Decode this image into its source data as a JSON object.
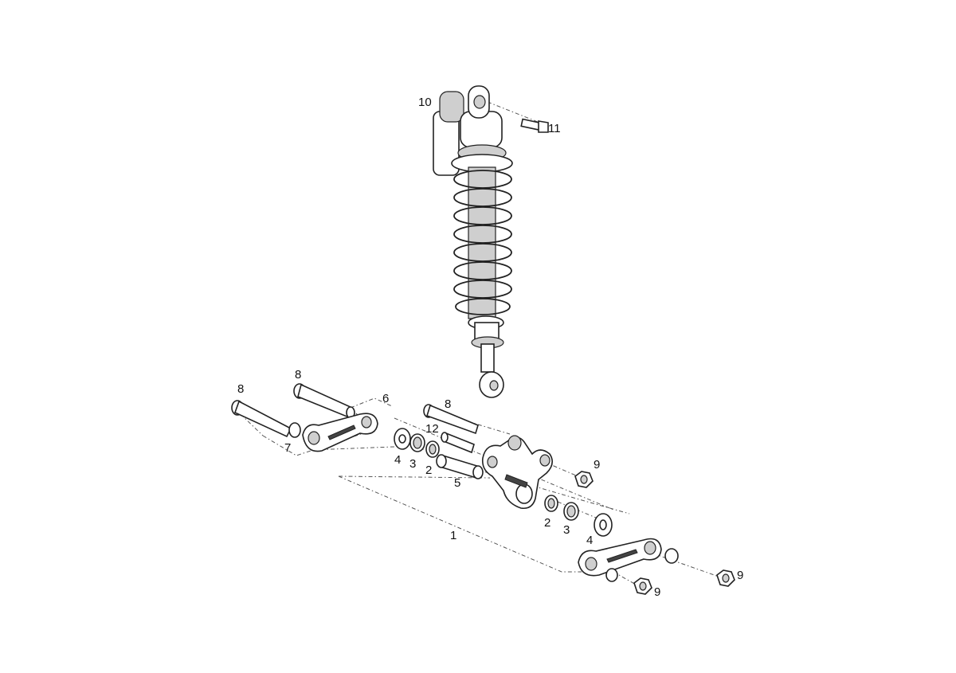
{
  "callouts": {
    "c1": "1",
    "c2a": "2",
    "c2b": "2",
    "c3a": "3",
    "c3b": "3",
    "c4a": "4",
    "c4b": "4",
    "c5": "5",
    "c6": "6",
    "c7": "7",
    "c8a": "8",
    "c8b": "8",
    "c8c": "8",
    "c9a": "9",
    "c9b": "9",
    "c9c": "9",
    "c10": "10",
    "c11": "11",
    "c12": "12"
  },
  "colors": {
    "line": "#222222",
    "shade": "#cfcfcf",
    "background": "#ffffff"
  }
}
